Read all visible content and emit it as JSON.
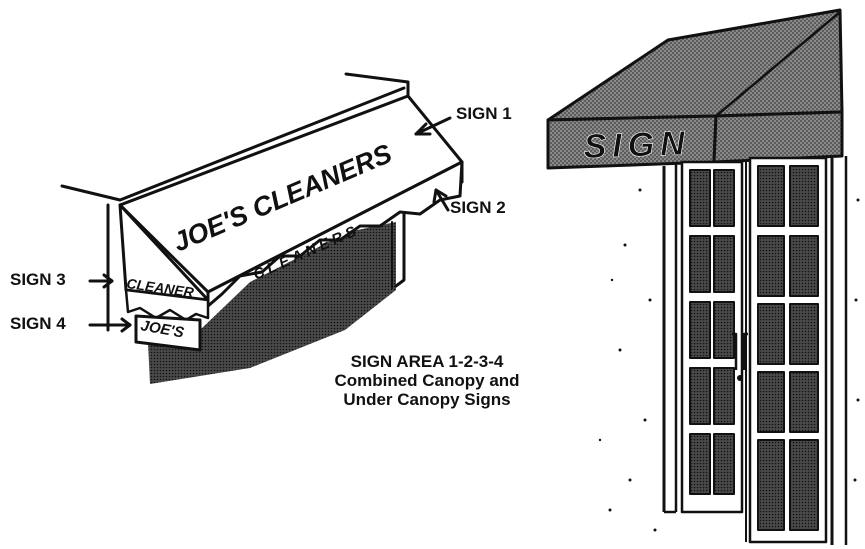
{
  "labels": {
    "sign1": "SIGN 1",
    "sign2": "SIGN 2",
    "sign3": "SIGN 3",
    "sign4": "SIGN 4"
  },
  "awning_text": {
    "main": "JOE'S CLEANERS",
    "valance": "CLEANERS",
    "side": "CLEANER",
    "under": "JOE'S"
  },
  "canopy_text": "SIGN",
  "caption": {
    "line1": "SIGN AREA 1-2-3-4",
    "line2": "Combined Canopy and",
    "line3": "Under Canopy Signs"
  }
}
